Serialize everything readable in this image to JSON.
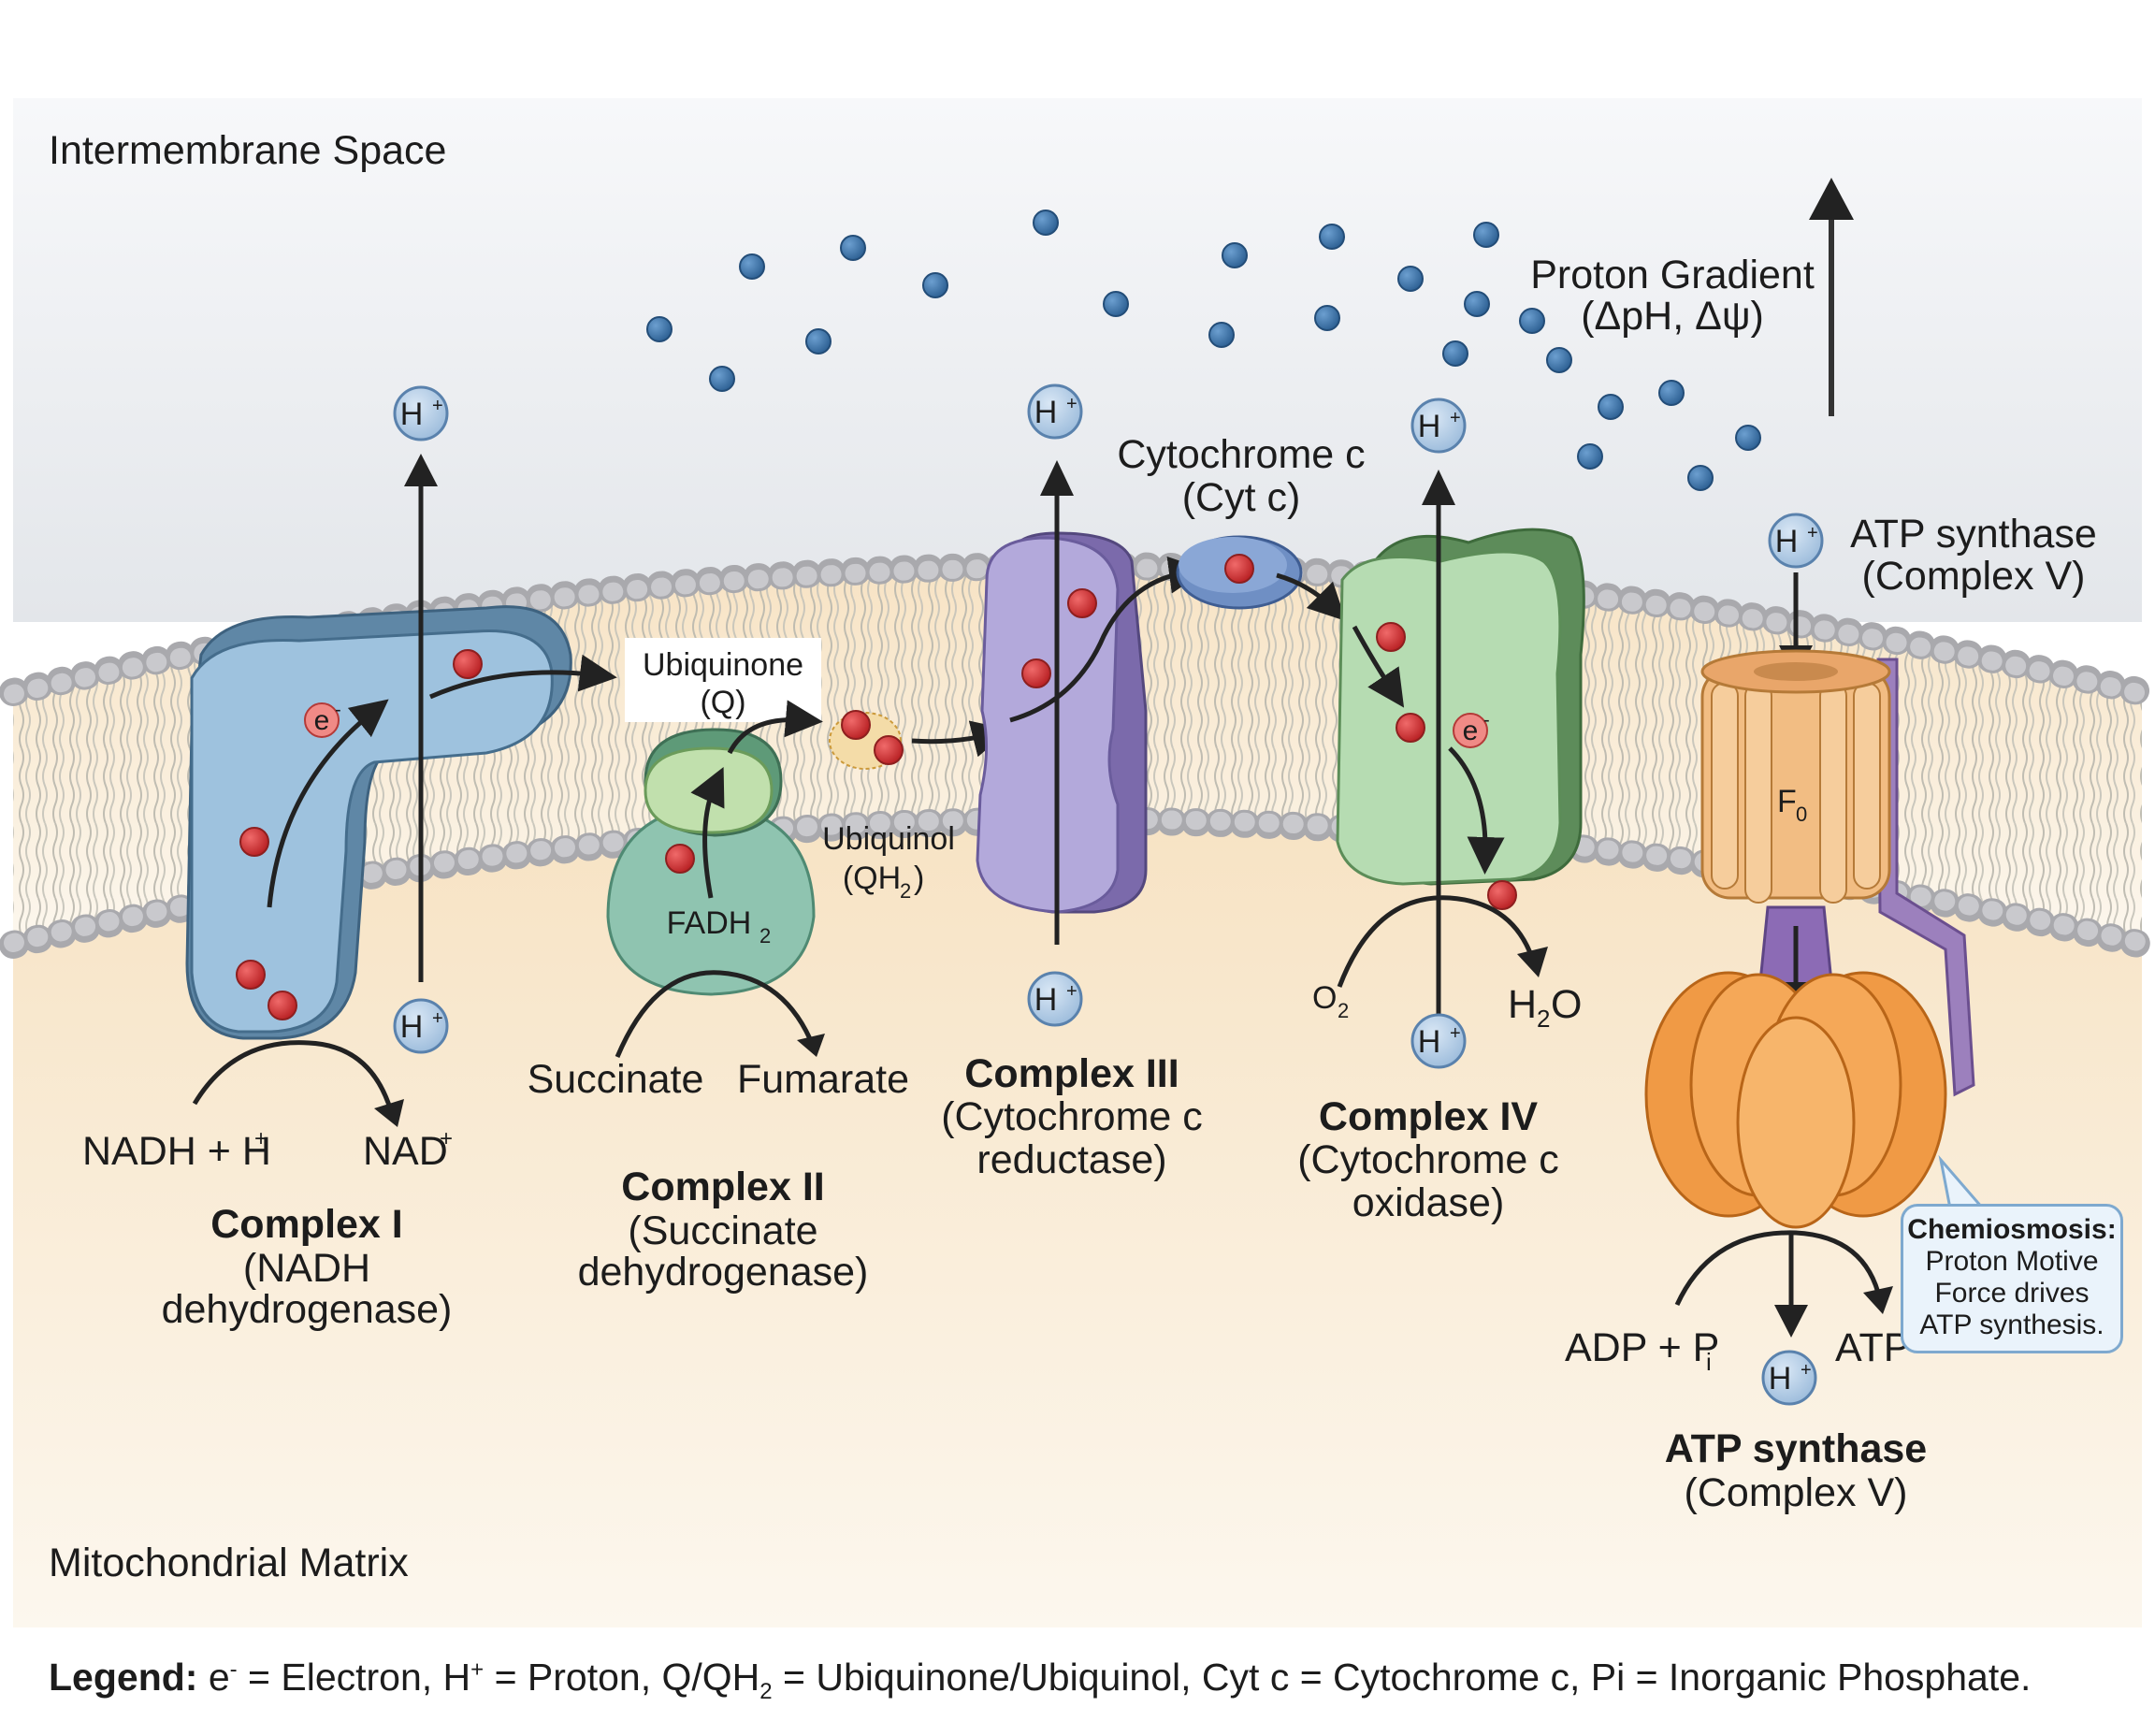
{
  "regions": {
    "intermembrane_space": "Intermembrane Space",
    "matrix": "Mitochondrial Matrix"
  },
  "proton_gradient": {
    "line1": "Proton Gradient",
    "line2": "(ΔpH, Δψ)"
  },
  "proton_label": "H",
  "proton_charge": "+",
  "electron_label": "e",
  "electron_charge": "-",
  "complex1": {
    "title": "Complex I",
    "sub1": "(NADH",
    "sub2": "dehydrogenase)",
    "substrate": "NADH + H",
    "substrate_charge": "+",
    "product": "NAD",
    "product_charge": "+"
  },
  "ubiquinone": {
    "line1": "Ubiquinone",
    "line2": "(Q)"
  },
  "ubiquinol": {
    "line1": "Ubiquinol",
    "line2_a": "(QH",
    "line2_sub": "2",
    "line2_b": ")"
  },
  "complex2": {
    "title": "Complex II",
    "sub1": "(Succinate",
    "sub2": "dehydrogenase)",
    "cofactor": "FADH",
    "cofactor_sub": "2",
    "substrate": "Succinate",
    "product": "Fumarate"
  },
  "cytochrome_c": {
    "line1": "Cytochrome c",
    "line2": "(Cyt c)"
  },
  "complex3": {
    "title": "Complex III",
    "sub1": "(Cytochrome c",
    "sub2": "reductase)"
  },
  "complex4": {
    "title": "Complex IV",
    "sub1": "(Cytochrome c",
    "sub2": "oxidase)",
    "substrate": "O",
    "substrate_sub": "2",
    "product_a": "H",
    "product_sub": "2",
    "product_b": "O"
  },
  "atp_synthase": {
    "top1": "ATP synthase",
    "top2": "(Complex V)",
    "f0_main": "F",
    "f0_sub": "0",
    "title": "ATP synthase",
    "sub1": "(Complex V)",
    "substrate": "ADP + P",
    "substrate_sub": "i",
    "product": "ATP"
  },
  "callout": {
    "title": "Chemiosmosis:",
    "lines": [
      "Proton Motive",
      "Force drives",
      "ATP synthesis."
    ]
  },
  "legend": {
    "label": "Legend:",
    "text_a": " e",
    "text_a_sup": "-",
    "text_b": " = Electron, H",
    "text_b_sup": "+",
    "text_c": " = Proton, Q/QH",
    "text_c_sub": "2",
    "text_d": " = Ubiquinone/Ubiquinol, Cyt c = Cytochrome c, Pi = Inorganic Phosphate."
  },
  "colors": {
    "complex1": "#9ec2de",
    "complex2": "#8fc4b0",
    "complex3": "#b3a9db",
    "complex4": "#b6dcb2",
    "atp_f0": "#f2bd83",
    "atp_f1": "#f5a858",
    "proton": "#3f78ad",
    "electron": "#d8393a"
  }
}
